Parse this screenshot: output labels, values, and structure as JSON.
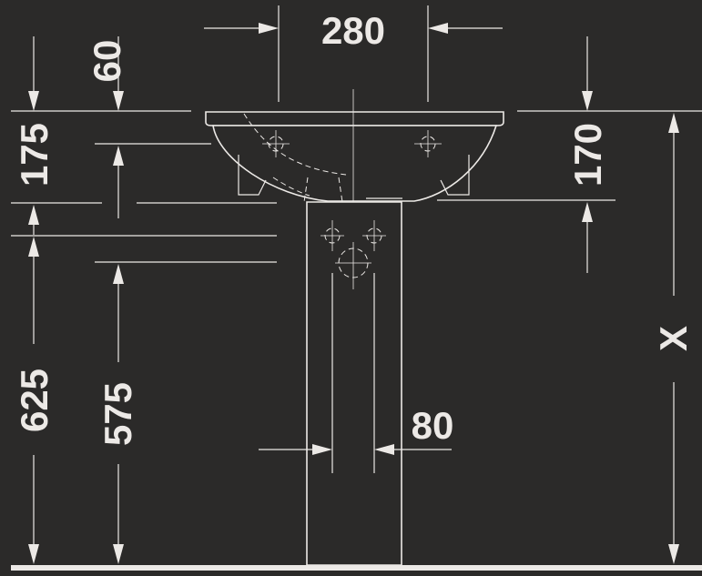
{
  "dimensions": {
    "top_width": "280",
    "rim_offset": "60",
    "bowl_depth_left": "175",
    "bowl_depth_right": "170",
    "height_625": "625",
    "height_575": "575",
    "pedestal_gap": "80",
    "variable_height": "X"
  },
  "colors": {
    "background": "#2b2a29",
    "ink": "#ece9e6"
  }
}
